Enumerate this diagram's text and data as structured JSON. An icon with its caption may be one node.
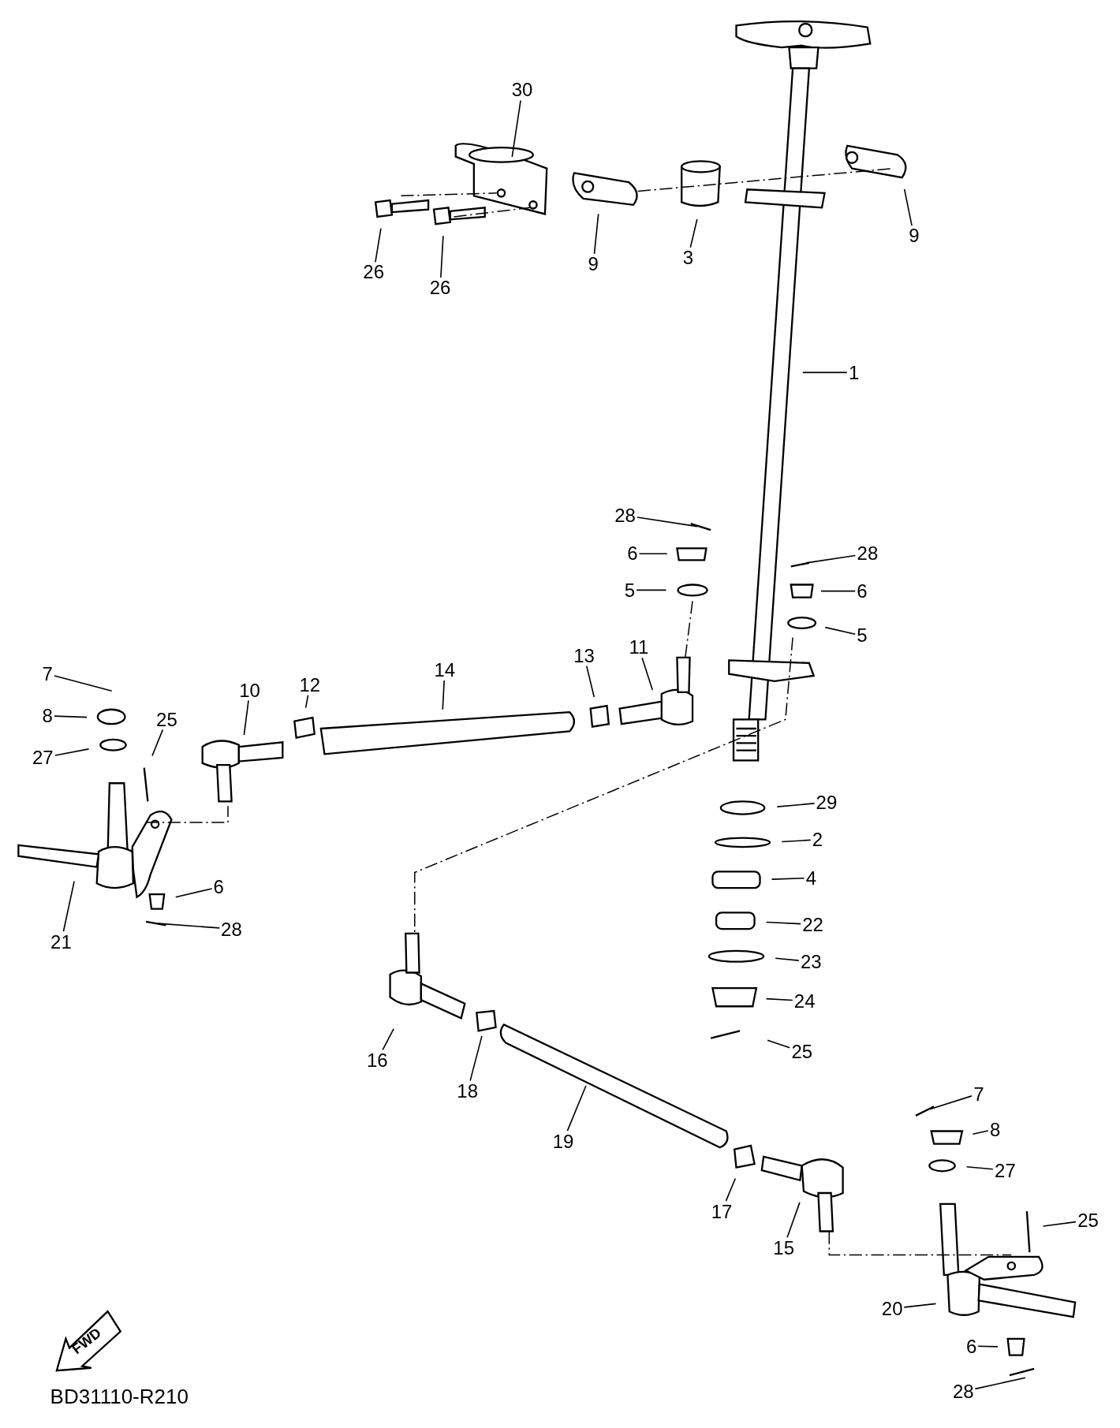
{
  "diagram": {
    "nodes": [
      {
        "text": [
          "30"
        ]
      },
      {
        "text": [
          "26"
        ]
      },
      {
        "text": [
          "26"
        ]
      },
      {
        "text": [
          "9"
        ]
      },
      {
        "text": [
          "3"
        ]
      },
      {
        "text": [
          "9"
        ]
      },
      {
        "text": [
          "1"
        ]
      },
      {
        "text": [
          "28"
        ]
      },
      {
        "text": [
          "6"
        ]
      },
      {
        "text": [
          "5"
        ]
      },
      {
        "text": [
          "28"
        ]
      },
      {
        "text": [
          "6"
        ]
      },
      {
        "text": [
          "5"
        ]
      },
      {
        "text": [
          "13"
        ]
      },
      {
        "text": [
          "11"
        ]
      },
      {
        "text": [
          "14"
        ]
      },
      {
        "text": [
          "12"
        ]
      },
      {
        "text": [
          "10"
        ]
      },
      {
        "text": [
          "7"
        ]
      },
      {
        "text": [
          "8"
        ]
      },
      {
        "text": [
          "25"
        ]
      },
      {
        "text": [
          "27"
        ]
      },
      {
        "text": [
          "29"
        ]
      },
      {
        "text": [
          "2"
        ]
      },
      {
        "text": [
          "4"
        ]
      },
      {
        "text": [
          "6"
        ]
      },
      {
        "text": [
          "28"
        ]
      },
      {
        "text": [
          "21"
        ]
      },
      {
        "text": [
          "22"
        ]
      },
      {
        "text": [
          "23"
        ]
      },
      {
        "text": [
          "24"
        ]
      },
      {
        "text": [
          "25"
        ]
      },
      {
        "text": [
          "16"
        ]
      },
      {
        "text": [
          "18"
        ]
      },
      {
        "text": [
          "19"
        ]
      },
      {
        "text": [
          "7"
        ]
      },
      {
        "text": [
          "8"
        ]
      },
      {
        "text": [
          "27"
        ]
      },
      {
        "text": [
          "25"
        ]
      },
      {
        "text": [
          "17"
        ]
      },
      {
        "text": [
          "15"
        ]
      },
      {
        "text": [
          "20"
        ]
      },
      {
        "text": [
          "6"
        ]
      },
      {
        "text": [
          "28"
        ]
      }
    ],
    "edges": [
      {
        "from": 0,
        "to": null,
        "arrow": "none"
      },
      {
        "from": 1,
        "to": null,
        "arrow": "none"
      },
      {
        "from": 2,
        "to": null,
        "arrow": "none"
      },
      {
        "from": 3,
        "to": null,
        "arrow": "none"
      },
      {
        "from": 4,
        "to": null,
        "arrow": "none"
      },
      {
        "from": 5,
        "to": null,
        "arrow": "none"
      },
      {
        "from": 6,
        "to": null,
        "arrow": "none"
      },
      {
        "from": 7,
        "to": null,
        "arrow": "none"
      },
      {
        "from": 8,
        "to": null,
        "arrow": "none"
      },
      {
        "from": 9,
        "to": null,
        "arrow": "none"
      },
      {
        "from": 10,
        "to": null,
        "arrow": "none"
      },
      {
        "from": 11,
        "to": null,
        "arrow": "none"
      },
      {
        "from": 12,
        "to": null,
        "arrow": "none"
      },
      {
        "from": 13,
        "to": null,
        "arrow": "none"
      },
      {
        "from": 14,
        "to": null,
        "arrow": "none"
      },
      {
        "from": 15,
        "to": null,
        "arrow": "none"
      },
      {
        "from": 16,
        "to": null,
        "arrow": "none"
      },
      {
        "from": 17,
        "to": null,
        "arrow": "none"
      },
      {
        "from": 18,
        "to": null,
        "arrow": "none"
      },
      {
        "from": 19,
        "to": null,
        "arrow": "none"
      },
      {
        "from": 20,
        "to": null,
        "arrow": "none"
      },
      {
        "from": 21,
        "to": null,
        "arrow": "none"
      },
      {
        "from": 22,
        "to": null,
        "arrow": "none"
      },
      {
        "from": 23,
        "to": null,
        "arrow": "none"
      },
      {
        "from": 24,
        "to": null,
        "arrow": "none"
      },
      {
        "from": 25,
        "to": null,
        "arrow": "none"
      },
      {
        "from": 26,
        "to": null,
        "arrow": "none"
      },
      {
        "from": 27,
        "to": null,
        "arrow": "none"
      },
      {
        "from": 28,
        "to": null,
        "arrow": "none"
      },
      {
        "from": 29,
        "to": null,
        "arrow": "none"
      },
      {
        "from": 30,
        "to": null,
        "arrow": "none"
      },
      {
        "from": 31,
        "to": null,
        "arrow": "none"
      },
      {
        "from": 32,
        "to": null,
        "arrow": "none"
      },
      {
        "from": 33,
        "to": null,
        "arrow": "none"
      },
      {
        "from": 34,
        "to": null,
        "arrow": "none"
      },
      {
        "from": 35,
        "to": null,
        "arrow": "none"
      },
      {
        "from": 36,
        "to": null,
        "arrow": "none"
      },
      {
        "from": 37,
        "to": null,
        "arrow": "none"
      },
      {
        "from": 38,
        "to": null,
        "arrow": "none"
      },
      {
        "from": 39,
        "to": null,
        "arrow": "none"
      },
      {
        "from": 40,
        "to": null,
        "arrow": "none"
      },
      {
        "from": 41,
        "to": null,
        "arrow": "none"
      },
      {
        "from": 42,
        "to": null,
        "arrow": "none"
      },
      {
        "from": 43,
        "to": null,
        "arrow": "none"
      }
    ],
    "labels": [
      "FWD",
      "BD31110-R210"
    ]
  }
}
